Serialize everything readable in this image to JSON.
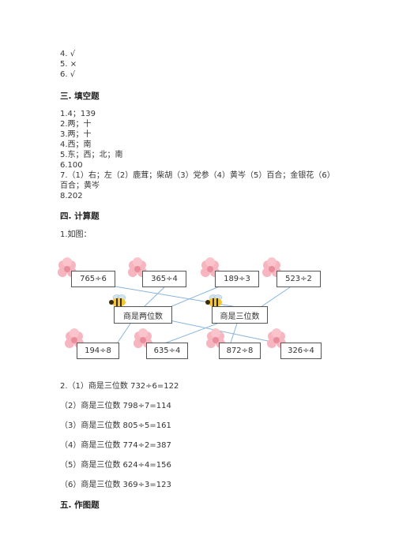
{
  "answers_top": [
    "4. √",
    "5. ×",
    "6. √"
  ],
  "section3": {
    "title": "三. 填空题",
    "items": [
      "1.4；139",
      "2.两；十",
      "3.两；十",
      "4.西；南",
      "5.东；西；北；南",
      "6.100",
      "7.（1）右；左（2）鹿茸；柴胡（3）党参（4）黄岑（5）百合；金银花（6）",
      "百合；黄岑",
      "8.202"
    ]
  },
  "section4": {
    "title": "四. 计算题",
    "q1_label": "1.如图：",
    "diagram": {
      "top_boxes": [
        "765÷6",
        "365÷4",
        "189÷3",
        "523÷2"
      ],
      "middle_boxes": [
        "商是两位数",
        "商是三位数"
      ],
      "bottom_boxes": [
        "194÷8",
        "635÷4",
        "872÷8",
        "326÷4"
      ]
    },
    "q2": [
      "2.（1）商是三位数 732÷6=122",
      "（2）商是三位数 798÷7=114",
      "（3）商是三位数 805÷5=161",
      "（4）商是三位数 774÷2=387",
      "（5）商是三位数 624÷4=156",
      "（6）商是三位数 369÷3=123"
    ]
  },
  "section5": {
    "title": "五. 作图题"
  }
}
